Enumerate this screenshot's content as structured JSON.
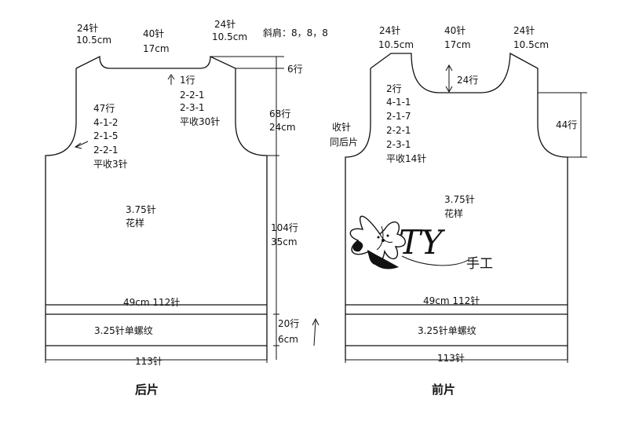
{
  "back": {
    "shoulder_left": [
      "24针",
      "10.5cm"
    ],
    "neck_top": [
      "40针",
      "17cm"
    ],
    "shoulder_right": [
      "24针",
      "10.5cm"
    ],
    "slope_note": "斜肩：8，8，8",
    "rows_6": "6行",
    "neck_shaping": [
      "1行",
      "2-2-1",
      "2-3-1",
      "平收30针"
    ],
    "armhole_shaping": [
      "47行",
      "4-1-2",
      "2-1-5",
      "2-2-1",
      "平收3针"
    ],
    "armhole_height": [
      "68行",
      "24cm"
    ],
    "body_length": [
      "104行",
      "35cm"
    ],
    "gauge": [
      "3.75针",
      "花样"
    ],
    "hem_width": "49cm  112针",
    "rib": "3.25针单螺纹",
    "rib_height": [
      "20行",
      "6cm"
    ],
    "cast_on": "113针",
    "title": "后片"
  },
  "front": {
    "shoulder_left": [
      "24针",
      "10.5cm"
    ],
    "neck_top": [
      "40针",
      "17cm"
    ],
    "shoulder_right": [
      "24针",
      "10.5cm"
    ],
    "neck_depth": "24行",
    "neck_shaping": [
      "2行",
      "4-1-1",
      "2-1-7",
      "2-2-1",
      "2-3-1",
      "平收14针"
    ],
    "armhole_note": [
      "收针",
      "同后片"
    ],
    "armhole_rows": "44行",
    "gauge": [
      "3.75针",
      "花样"
    ],
    "hem_width": "49cm  112针",
    "rib": "3.25针单螺纹",
    "cast_on": "113针",
    "title": "前片"
  },
  "logo": {
    "letters": "TY",
    "text": "手工"
  }
}
